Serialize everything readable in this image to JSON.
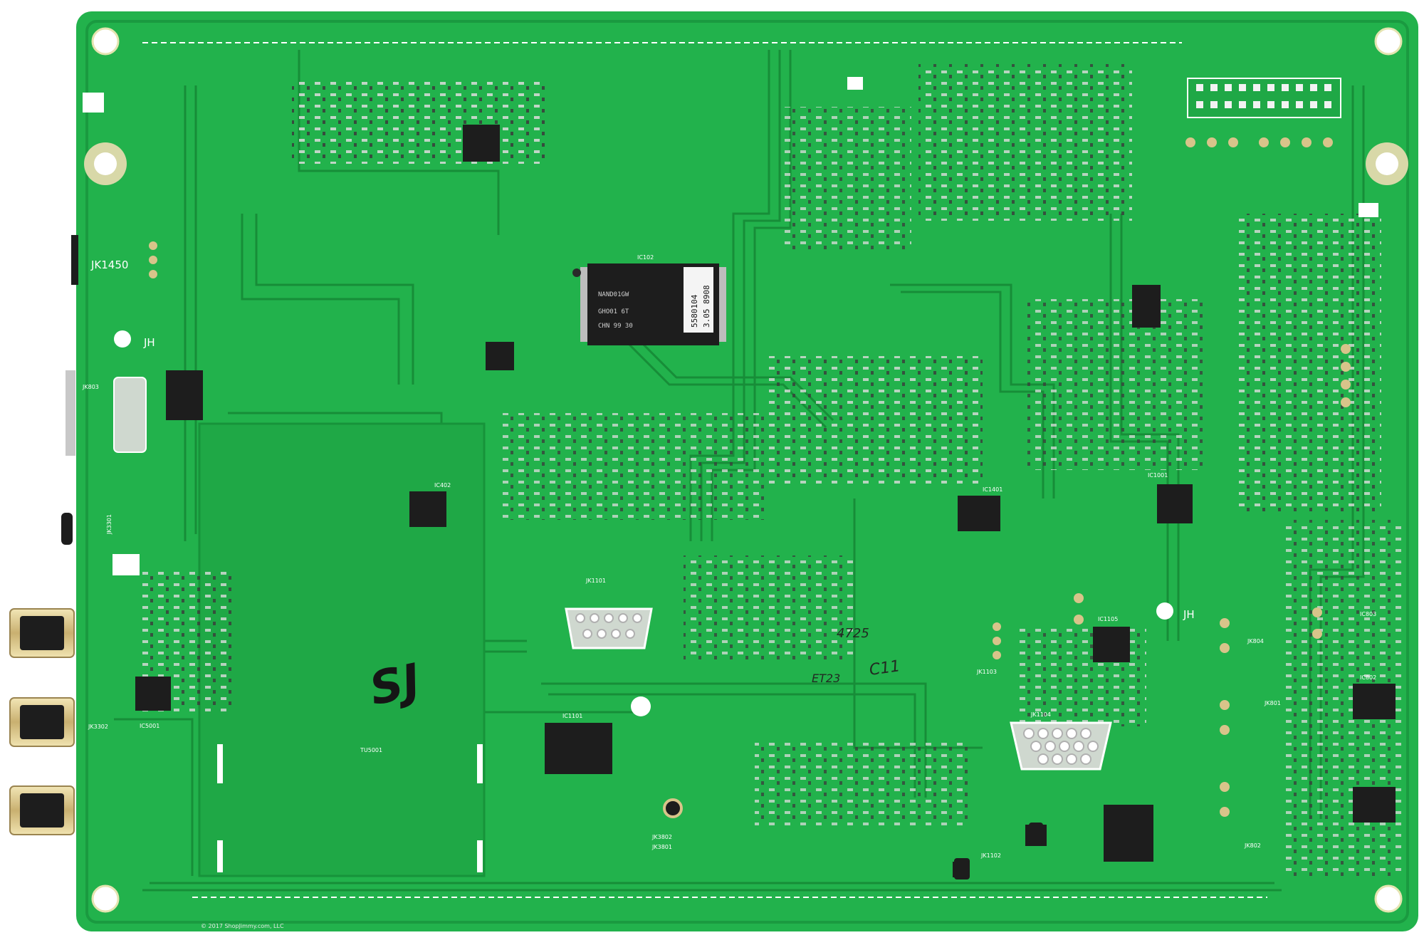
{
  "image": {
    "description": "Photograph of the bottom side of a green printed circuit board (TV main board) on a white background",
    "colors": {
      "board": "#22b24c",
      "board_dark": "#17933a",
      "trace": "#1a9a40",
      "silkscreen": "#ffffff",
      "chip": "#1d1d1d",
      "background": "#ffffff",
      "rca_metal": "#d8c48a"
    }
  },
  "connectors": {
    "jk1450": "JK1450",
    "jk803": "JK803",
    "jk3301": "JK3301",
    "jk3302": "JK3302",
    "jk1101": "JK1101",
    "jk1102": "JK1102",
    "jk1103": "JK1103",
    "jk1104": "JK1104",
    "jk3801": "JK3801",
    "jk3802": "JK3802",
    "jk801": "JK801",
    "jk802": "JK802",
    "jk804": "JK804"
  },
  "chips": {
    "ic102_label": "IC102",
    "ic102_text": [
      "NAND01GW",
      "GHO01 6T",
      "CHN 99 30"
    ],
    "ic102_sticker": [
      "5580104",
      "3.05 8908"
    ],
    "ic402": "IC402",
    "ic1105": "IC1105",
    "ic1401": "IC1401",
    "ic1101": "IC1101",
    "ic1001": "IC1001",
    "ic5001": "IC5001",
    "ic802": "IC802",
    "ic803": "IC803",
    "tuner": "TU5001"
  },
  "markings": {
    "jh_left": "JH",
    "jh_right": "JH",
    "handwritten_sj": "SJ",
    "handwritten_4725": "4725",
    "handwritten_c11": "C11",
    "handwritten_et23": "ET23",
    "copyright": "© 2017 ShopJimmy.com, LLC"
  }
}
